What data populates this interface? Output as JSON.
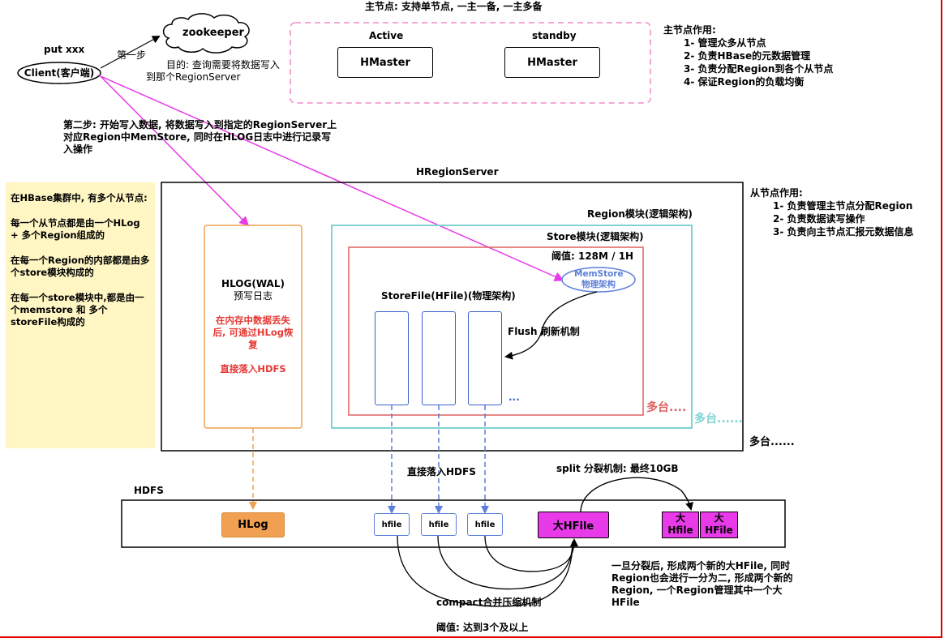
{
  "top_title": "主节点: 支持单节点, 一主一备, 一主多备",
  "client": {
    "put_label": "put xxx",
    "label": "Client(客户端)",
    "step1": "第一步",
    "purpose_line1": "目的: 查询需要将数据写入",
    "purpose_line2": "到那个RegionServer"
  },
  "zookeeper": "zookeeper",
  "masters": {
    "active_label": "Active",
    "standby_label": "standby",
    "active_box": "HMaster",
    "standby_box": "HMaster"
  },
  "master_role": {
    "title": "主节点作用:",
    "items": [
      "1- 管理众多从节点",
      "2- 负责HBase的元数据管理",
      "3- 负责分配Region到各个从节点",
      "4- 保证Region的负载均衡"
    ]
  },
  "step2": {
    "line1": "第二步: 开始写入数据, 将数据写入到指定的RegionServer上",
    "line2": "对应Region中MemStore, 同时在HLOG日志中进行记录写",
    "line3": "入操作"
  },
  "sticky": {
    "p1": "在HBase集群中, 有多个从节点:",
    "p2": "每一个从节点都是由一个HLog + 多个Region组成的",
    "p3": "在每一个Region的内部都是由多个store模块构成的",
    "p4": "在每一个store模块中,都是由一个memstore 和 多个storeFile构成的"
  },
  "regionserver": {
    "title": "HRegionServer",
    "multi": "多台......"
  },
  "slave_role": {
    "title": "从节点作用:",
    "items": [
      "1- 负责管理主节点分配Region",
      "2- 负责数据读写操作",
      "3- 负责向主节点汇报元数据信息"
    ]
  },
  "hlog_wal": {
    "title": "HLOG(WAL)",
    "subtitle": "预写日志",
    "note": "在内存中数据丢失后, 可通过HLog恢复",
    "direct": "直接落入HDFS"
  },
  "region": {
    "title": "Region模块(逻辑架构)",
    "multi": "多台......"
  },
  "store": {
    "title": "Store模块(逻辑架构)",
    "threshold": "阈值:  128M / 1H",
    "memstore_line1": "MemStore",
    "memstore_line2": "物理架构",
    "storefile_title": "StoreFile(HFile)(物理架构)",
    "flush": "Flush 刷新机制",
    "dots": "...",
    "multi": "多台...."
  },
  "hdfs": {
    "title": "HDFS",
    "direct_label": "直接落入HDFS",
    "hlog": "HLog",
    "hfiles": [
      "hfile",
      "hfile",
      "hfile"
    ],
    "big_hfile": "大HFile",
    "split_a_line1": "大",
    "split_a_line2": "Hfile",
    "split_b_line1": "大",
    "split_b_line2": "HFile"
  },
  "split": {
    "label": "split 分裂机制:  最终10GB",
    "note_line1": "一旦分裂后, 形成两个新的大HFile, 同时",
    "note_line2": "Region也会进行一分为二, 形成两个新的",
    "note_line3": "Region, 一个Region管理其中一个大",
    "note_line4": "HFile"
  },
  "compact": {
    "label": "compact合并压缩机制",
    "threshold": "阈值:  达到3个及以上"
  },
  "colors": {
    "magenta": "#e83ae8",
    "pink_dash": "#f08cc8",
    "orange": "#f0a050",
    "teal": "#7fd3d3",
    "red": "#e06060",
    "blue": "#5b7fd9",
    "sticky": "#fff6c4",
    "frame_red": "#e00000"
  }
}
